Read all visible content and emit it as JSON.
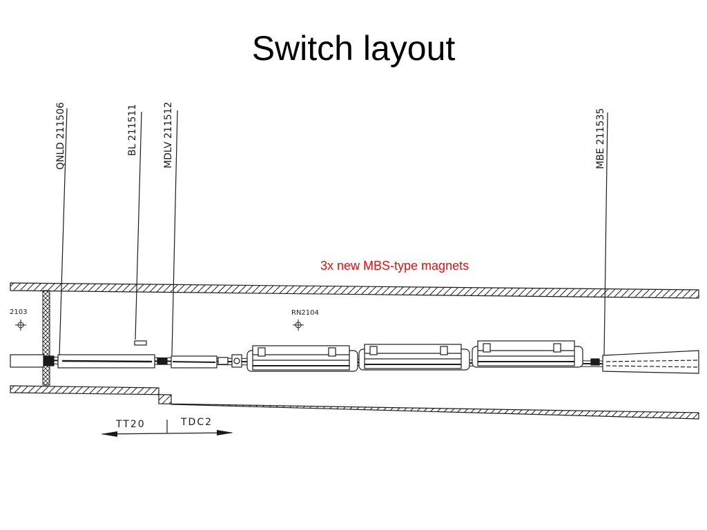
{
  "title": "Switch layout",
  "colors": {
    "line": "#1a1a1a",
    "annotation": "#e01010"
  },
  "annotation": "3x new MBS-type magnets",
  "vertical_labels": {
    "qnld": "QNLD 211506",
    "bl": "BL 211511",
    "mdlv": "MDLV 211512",
    "mbe": "MBE 211535"
  },
  "markers": {
    "left": "2103",
    "center": "RN2104"
  },
  "sections": {
    "left": "TT20",
    "right": "TDC2"
  }
}
